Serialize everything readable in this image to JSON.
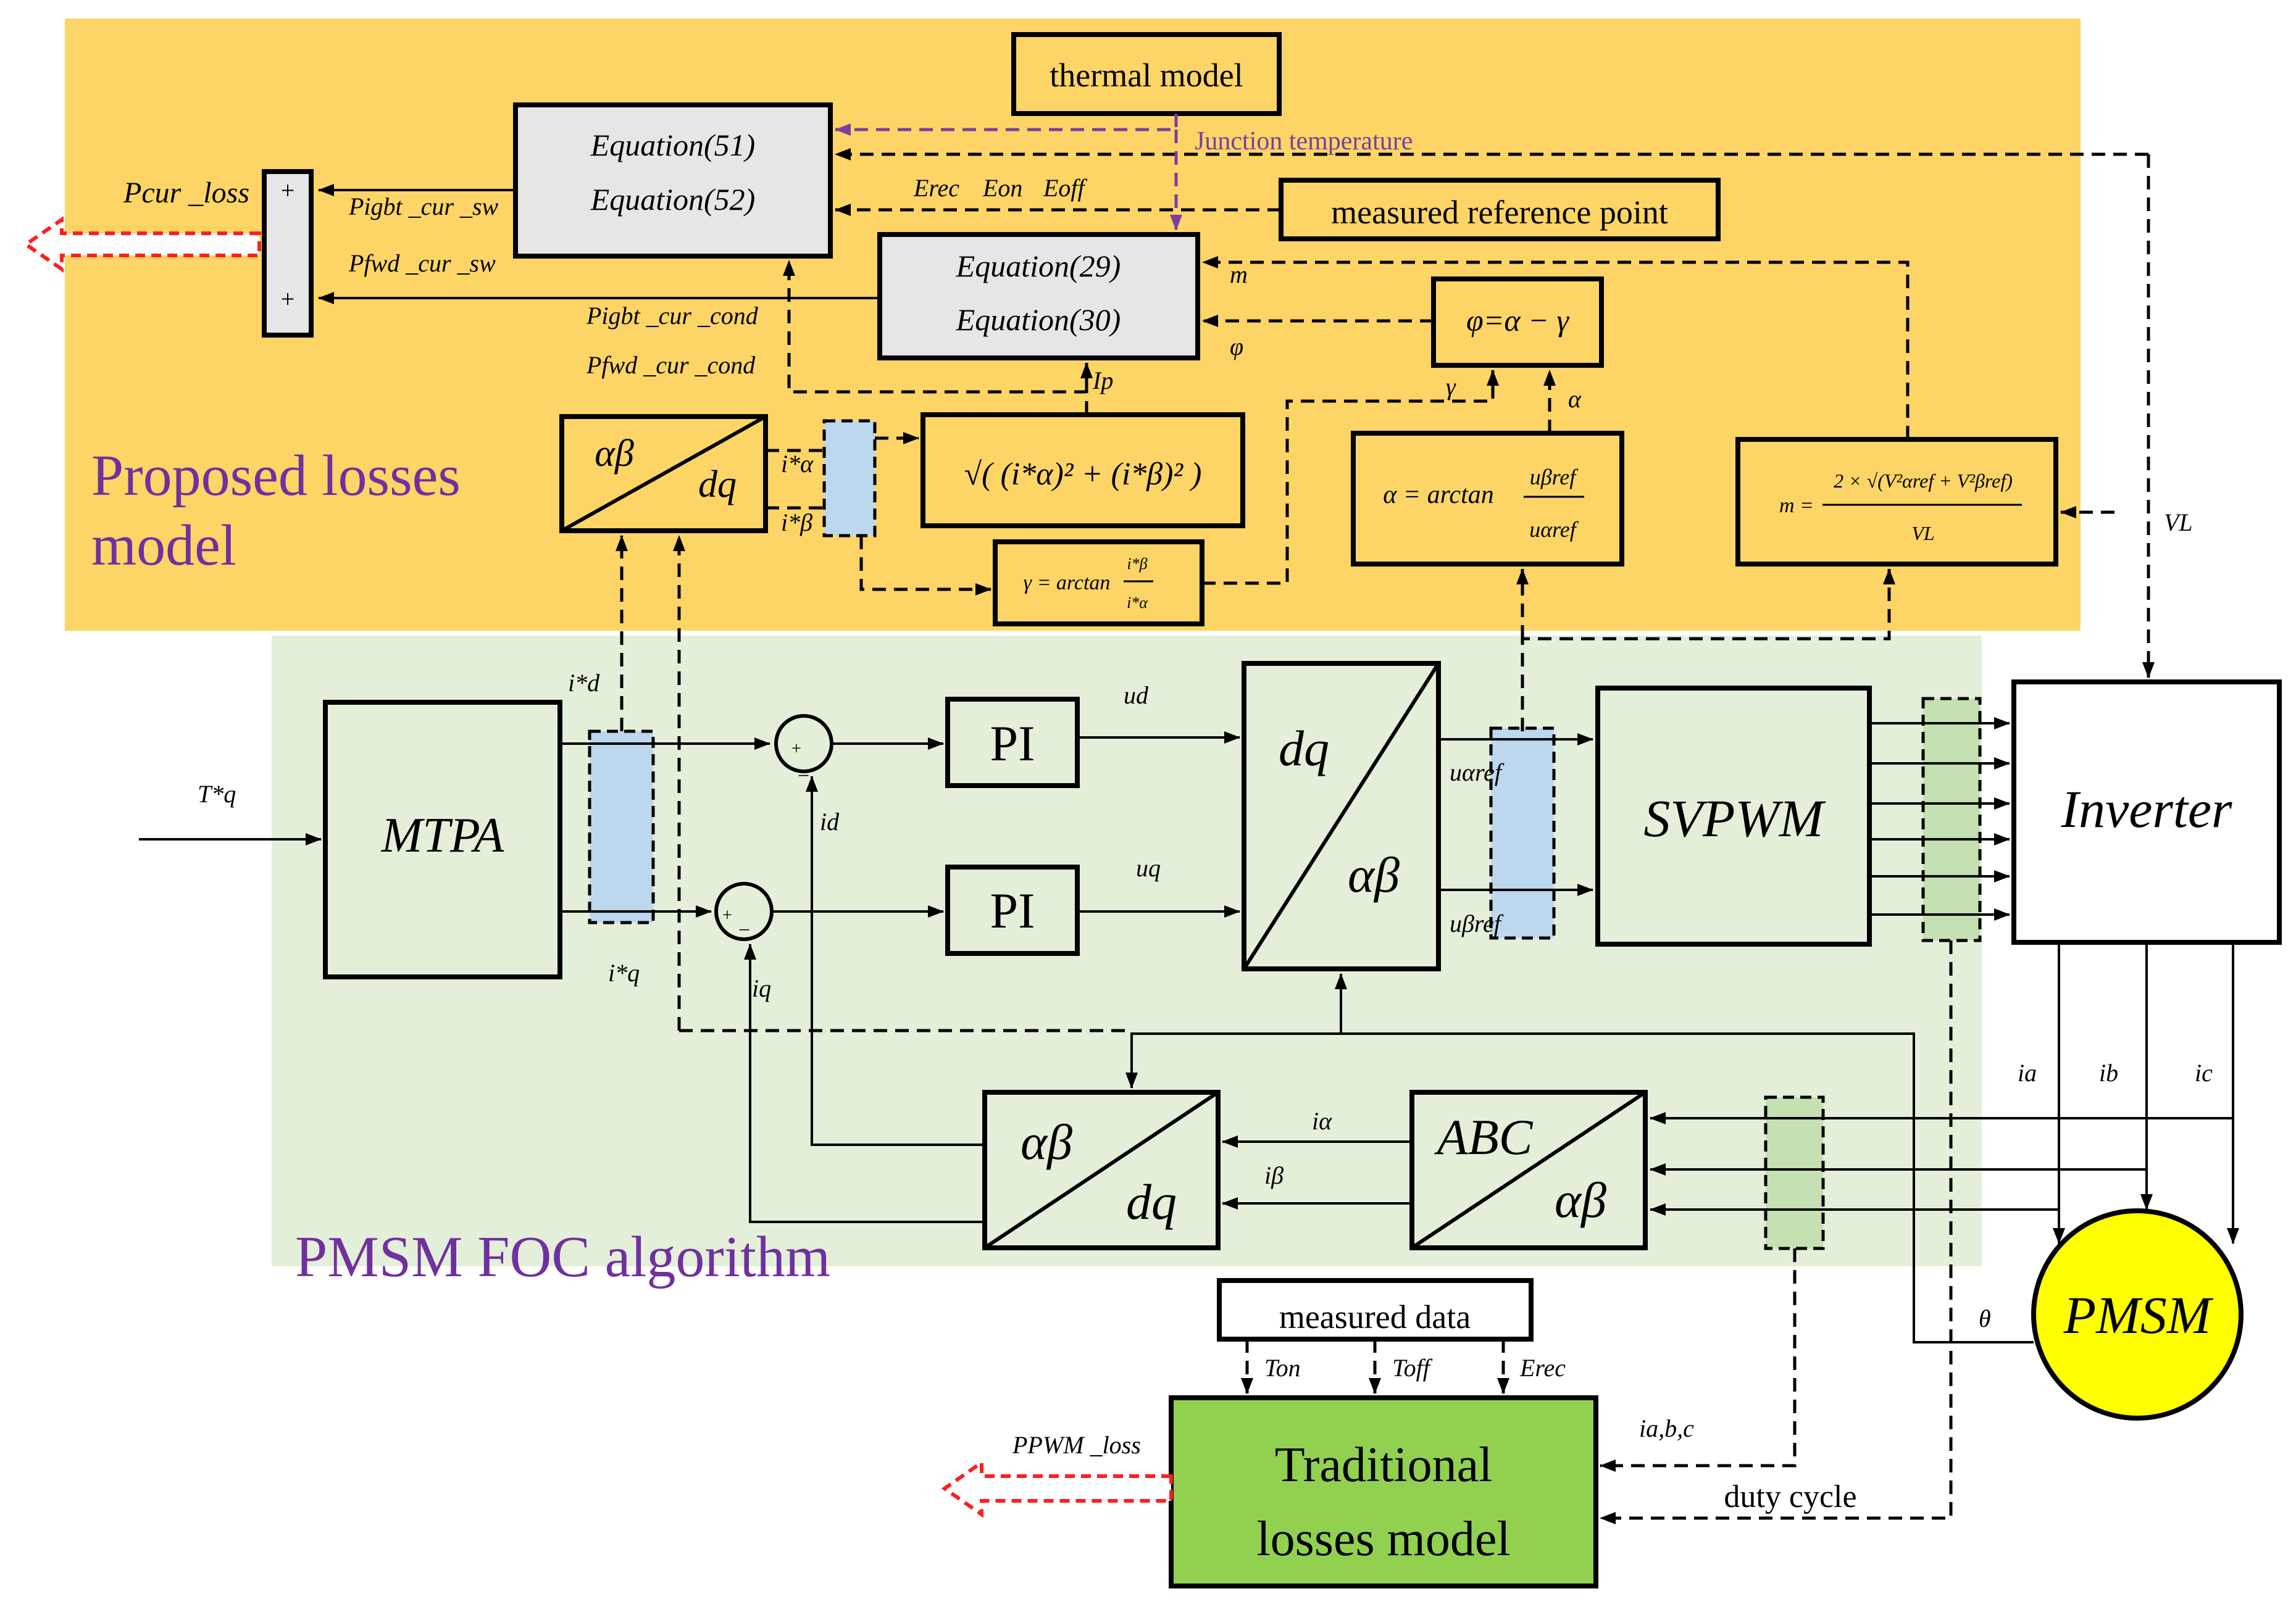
{
  "regions": {
    "proposed_title_line1": "Proposed  losses",
    "proposed_title_line2": "model",
    "foc_title": "PMSM FOC algorithm"
  },
  "blocks": {
    "thermal_model": "thermal model",
    "eq51": "Equation(51)",
    "eq52": "Equation(52)",
    "eq29": "Equation(29)",
    "eq30": "Equation(30)",
    "measured_ref": "measured reference point",
    "phi_eq": "φ=α − γ",
    "alpha_eq_lhs": "α = arctan",
    "alpha_eq_num": "uβref",
    "alpha_eq_den": "uαref",
    "m_eq_lhs": "m =",
    "m_eq_num": "2 × √(V²αref + V²βref)",
    "m_eq_den": "VL",
    "sqrt_eq": "√( (i*α)² + (i*β)² )",
    "gamma_eq_lhs": "γ = arctan",
    "gamma_eq_num": "i*β",
    "gamma_eq_den": "i*α",
    "ab_dq_top_a": "αβ",
    "ab_dq_top_b": "dq",
    "mtpa": "MTPA",
    "pi_d": "PI",
    "pi_q": "PI",
    "dq_ab_a": "dq",
    "dq_ab_b": "αβ",
    "svpwm": "SVPWM",
    "inverter": "Inverter",
    "ab_dq_bot_a": "αβ",
    "ab_dq_bot_b": "dq",
    "abc_ab_a": "ABC",
    "abc_ab_b": "αβ",
    "pmsm": "PMSM",
    "measured_data": "measured data",
    "traditional_line1": "Traditional",
    "traditional_line2": "losses  model",
    "sum_plus_top": "+",
    "sum_plus_bottom": "+",
    "sum_d_plus": "+",
    "sum_d_minus": "−",
    "sum_q_plus": "+",
    "sum_q_minus": "−"
  },
  "labels": {
    "p_cur_loss": "Pcur _loss",
    "p_igbt_cur_sw": "Pigbt _cur _sw",
    "p_fwd_cur_sw": "Pfwd _cur _sw",
    "p_igbt_cur_cond": "Pigbt _cur _cond",
    "p_fwd_cur_cond": "Pfwd _cur _cond",
    "junction_temp": "Junction temperature",
    "e_rec": "Erec",
    "e_on": "Eon",
    "e_off": "Eoff",
    "m": "m",
    "phi": "φ",
    "gamma": "γ",
    "alpha": "α",
    "i_p": "Ip",
    "i_alpha_star": "i*α",
    "i_beta_star": "i*β",
    "v_l": "VL",
    "t_q_star": "T*q",
    "i_d_star": "i*d",
    "i_q_star": "i*q",
    "u_d": "ud",
    "u_q": "uq",
    "i_d": "id",
    "i_q": "iq",
    "u_alpha_ref": "uαref",
    "u_beta_ref": "uβref",
    "i_alpha": "iα",
    "i_beta": "iβ",
    "i_a": "ia",
    "i_b": "ib",
    "i_c": "ic",
    "theta": "θ",
    "t_on": "Ton",
    "t_off": "Toff",
    "e_rec_bottom": "Erec",
    "i_abc": "ia,b,c",
    "duty_cycle": "duty cycle",
    "p_pwm_loss": "PPWM _loss"
  },
  "colors": {
    "proposed_bg": "#fdd566",
    "foc_bg": "#e3efd9",
    "traditional_fill": "#92d050",
    "pmsm_fill": "#ffff00",
    "gray_block": "#e6e6e6",
    "yellow_block": "#fdd566",
    "foc_block": "#e3efd9",
    "blue_mux": "#bdd7ee",
    "green_mux": "#c5e0b3",
    "purple_text": "#7030a0",
    "red_arrow": "#ff1e1e"
  }
}
